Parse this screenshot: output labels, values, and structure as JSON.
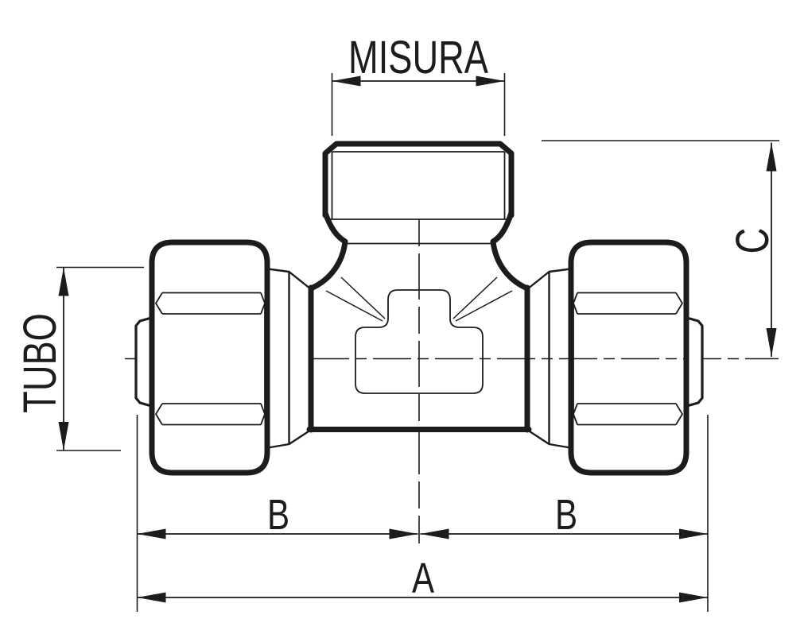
{
  "colors": {
    "ink": "#1c1c1c",
    "paper": "#ffffff"
  },
  "dimensions": {
    "misura": {
      "label": "MISURA"
    },
    "tubo": {
      "label": "TUBO"
    },
    "c": {
      "label": "C"
    },
    "b_left": {
      "label": "B"
    },
    "b_right": {
      "label": "B"
    },
    "a": {
      "label": "A"
    }
  }
}
